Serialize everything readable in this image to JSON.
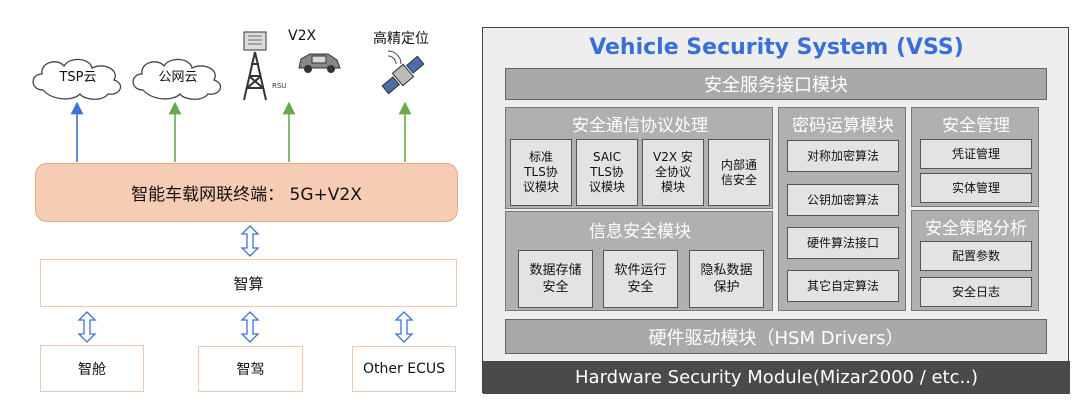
{
  "left": {
    "clouds": {
      "tsp": "TSP云",
      "public": "公网云"
    },
    "rsu": {
      "label": "RSU",
      "title": "V2X"
    },
    "positioning": "高精定位",
    "terminal": "智能车载网联终端：  5G+V2X",
    "compute": "智算",
    "leaves": [
      "智舱",
      "智驾",
      "Other ECUS"
    ]
  },
  "right": {
    "title": "Vehicle Security System (VSS)",
    "service_bar": "安全服务接口模块",
    "comm": {
      "title": "安全通信协议处理",
      "cells": [
        "标准\nTLS协\n议模块",
        "SAIC\nTLS协\n议模块",
        "V2X 安\n全协议\n模块",
        "内部通\n信安全"
      ]
    },
    "info": {
      "title": "信息安全模块",
      "cells": [
        "数据存储\n安全",
        "软件运行\n安全",
        "隐私数据\n保护"
      ]
    },
    "crypto": {
      "title": "密码运算模块",
      "cells": [
        "对称加密算法",
        "公钥加密算法",
        "硬件算法接口",
        "其它自定算法"
      ]
    },
    "mgmt": {
      "title": "安全管理",
      "cells": [
        "凭证管理",
        "实体管理"
      ]
    },
    "policy": {
      "title": "安全策略分析",
      "cells": [
        "配置参数",
        "安全日志"
      ]
    },
    "driver_bar": "硬件驱动模块（HSM Drivers）",
    "hw_bar": "Hardware Security Module(Mizar2000 / etc..)"
  },
  "colors": {
    "accent": "#3a6fd8",
    "terminal": "#f6cdb4",
    "panel": "#b0b0b0",
    "dark": "#4a4a4a",
    "arrow_up_blue": "#3b73d6",
    "arrow_up_green": "#6aa84f"
  }
}
